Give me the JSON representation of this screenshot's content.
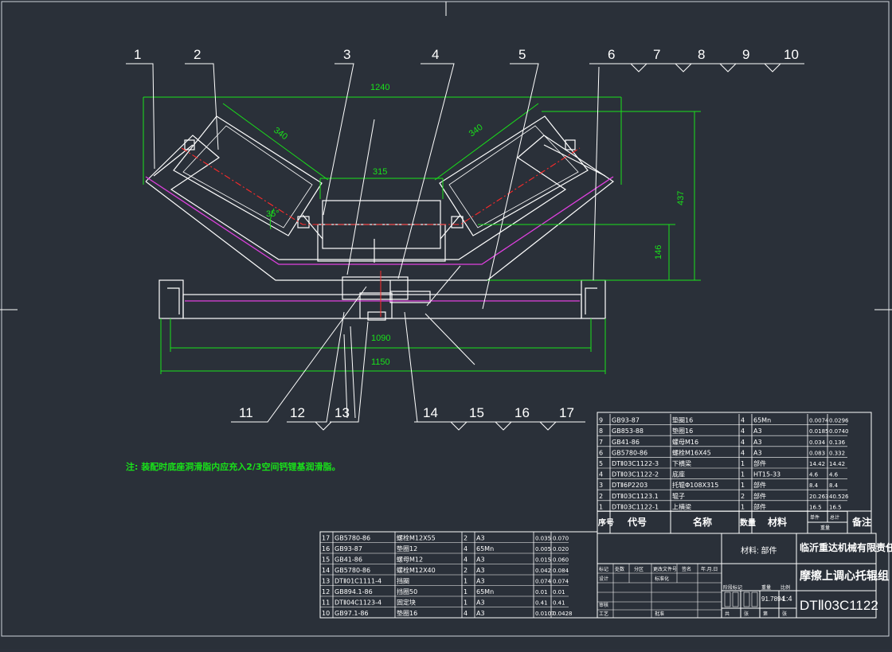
{
  "drawing": {
    "title_company": "临沂重达机械有限责任公司",
    "title_name": "摩擦上调心托辊组",
    "drawing_no": "DTⅡ03C1122",
    "material_note": "材料: 部件",
    "scale": "1:4",
    "weight": "91.7894",
    "note": "注: 装配时底座洞滑脂内应充入2/3空间钙锂基润滑脂。",
    "title_block_cells": {
      "a": "标记",
      "b": "处数",
      "c": "分区",
      "d": "更改文件号",
      "e": "签名",
      "f": "年.月.日",
      "g": "设计",
      "h": "标准化",
      "i": "阶段标记",
      "j": "重量",
      "k": "比例",
      "l": "审核",
      "m": "工艺",
      "n": "批准",
      "o": "共",
      "p": "张",
      "q": "第",
      "r": "张"
    }
  },
  "balloons": [
    "1",
    "2",
    "3",
    "4",
    "5",
    "6",
    "7",
    "8",
    "9",
    "10",
    "11",
    "12",
    "13",
    "14",
    "15",
    "16",
    "17"
  ],
  "dimensions": {
    "top_width": "1240",
    "side_left": "340",
    "side_right": "340",
    "center_roller": "315",
    "height_total": "437",
    "height_low": "146",
    "angle": "35°",
    "base_inner": "1090",
    "base_outer": "1150"
  },
  "bom_header": {
    "seq": "序号",
    "code": "代号",
    "name": "名称",
    "qty": "数量",
    "material": "材料",
    "single": "单件",
    "total": "总计",
    "weight": "重量",
    "remark": "备注"
  },
  "bom_upper": [
    [
      "9",
      "GB93-87",
      "垫圈16",
      "4",
      "65Mn",
      "0.0074",
      "0.0296"
    ],
    [
      "8",
      "GB853-88",
      "垫圈16",
      "4",
      "A3",
      "0.0185",
      "0.0740"
    ],
    [
      "7",
      "GB41-86",
      "螺母M16",
      "4",
      "A3",
      "0.034",
      "0.136"
    ],
    [
      "6",
      "GB5780-86",
      "螺栓M16X45",
      "4",
      "A3",
      "0.083",
      "0.332"
    ],
    [
      "5",
      "DTⅡ03C1122-3",
      "下横梁",
      "1",
      "部件",
      "14.42",
      "14.42"
    ],
    [
      "4",
      "DTⅡ03C1122-2",
      "底座",
      "1",
      "HT15-33",
      "4.6",
      "4.6"
    ],
    [
      "3",
      "DTⅡ6P2203",
      "托辊Φ108X315",
      "1",
      "部件",
      "8.4",
      "8.4"
    ],
    [
      "2",
      "DTⅡ03C1123.1",
      "辊子",
      "2",
      "部件",
      "20.263",
      "40.526"
    ],
    [
      "1",
      "DTⅡ03C1122-1",
      "上横梁",
      "1",
      "部件",
      "16.5",
      "16.5"
    ]
  ],
  "bom_lower": [
    [
      "17",
      "GB5780-86",
      "螺栓M12X55",
      "2",
      "A3",
      "0.035",
      "0.070"
    ],
    [
      "16",
      "GB93-87",
      "垫圈12",
      "4",
      "65Mn",
      "0.005",
      "0.020"
    ],
    [
      "15",
      "GB41-86",
      "螺母M12",
      "4",
      "A3",
      "0.015",
      "0.060"
    ],
    [
      "14",
      "GB5780-86",
      "螺栓M12X40",
      "2",
      "A3",
      "0.042",
      "0.084"
    ],
    [
      "13",
      "DTⅡ01C1111-4",
      "挡圈",
      "1",
      "A3",
      "0.074",
      "0.074"
    ],
    [
      "12",
      "GB894.1-86",
      "挡圈50",
      "1",
      "65Mn",
      "0.01",
      "0.01"
    ],
    [
      "11",
      "DTⅡ04C1123-4",
      "固定块",
      "1",
      "A3",
      "0.41",
      "0.41"
    ],
    [
      "10",
      "GB97.1-86",
      "垫圈16",
      "4",
      "A3",
      "0.0107",
      "0.0428"
    ]
  ],
  "colors": {
    "background": "#2a3039",
    "line": "#ffffff",
    "dim": "#19e21a",
    "center": "#ff2a2a",
    "belt": "#e040e0",
    "leader": "#ffffff"
  }
}
